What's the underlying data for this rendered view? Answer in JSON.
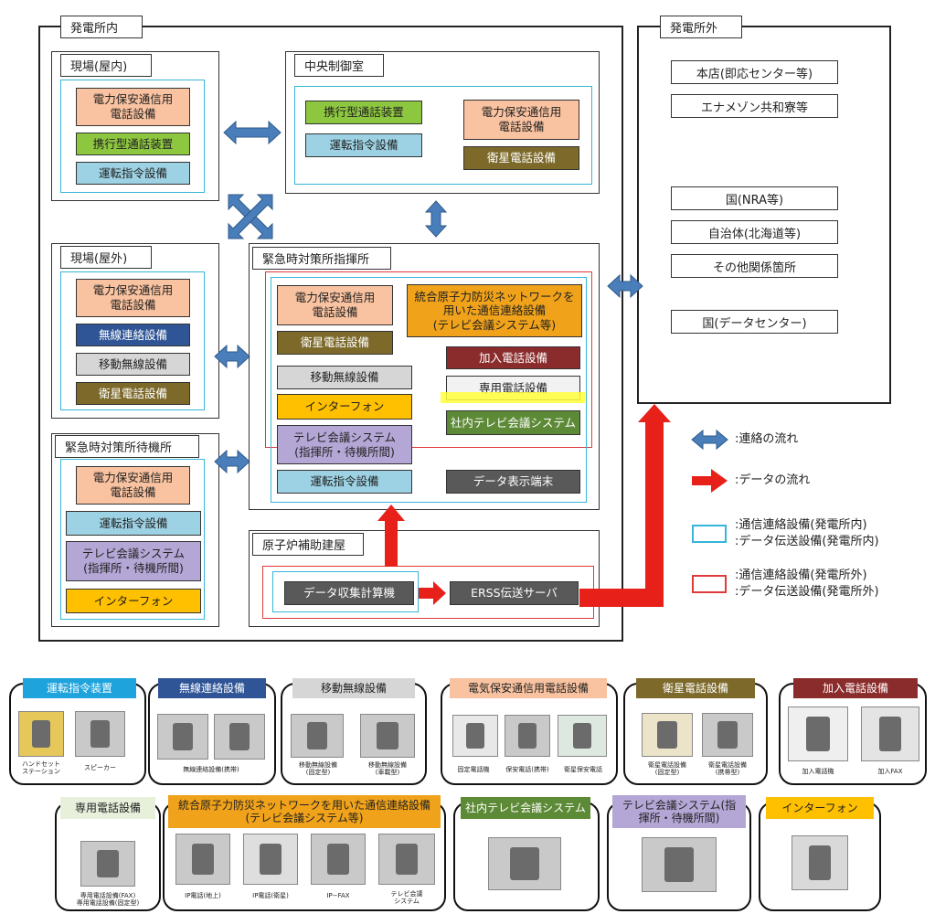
{
  "plant_inside": {
    "title": "発電所内"
  },
  "plant_outside": {
    "title": "発電所外",
    "items": [
      "本店(即応センター等)",
      "エナメゾン共和寮等",
      "国(NRA等)",
      "自治体(北海道等)",
      "その他関係箇所",
      "国(データセンター)"
    ]
  },
  "field_indoor": {
    "title": "現場(屋内)",
    "items": [
      "電力保安通信用\n電話設備",
      "携行型通話装置",
      "運転指令設備"
    ]
  },
  "control_room": {
    "title": "中央制御室",
    "items": [
      "携行型通話装置",
      "運転指令設備",
      "電力保安通信用\n電話設備",
      "衛星電話設備"
    ]
  },
  "field_outdoor": {
    "title": "現場(屋外)",
    "items": [
      "電力保安通信用\n電話設備",
      "無線連絡設備",
      "移動無線設備",
      "衛星電話設備"
    ]
  },
  "command_post": {
    "title": "緊急時対策所指揮所",
    "items": [
      "電力保安通信用\n電話設備",
      "衛星電話設備",
      "統合原子力防災ネットワークを\n用いた通信連絡設備\n(テレビ会議システム等)",
      "加入電話設備",
      "移動無線設備",
      "専用電話設備",
      "インターフォン",
      "社内テレビ会議システム",
      "テレビ会議システム\n(指揮所・待機所間)",
      "運転指令設備",
      "データ表示端末"
    ]
  },
  "standby": {
    "title": "緊急時対策所待機所",
    "items": [
      "電力保安通信用\n電話設備",
      "運転指令設備",
      "テレビ会議システム\n(指揮所・待機所間)",
      "インターフォン"
    ]
  },
  "reactor_aux": {
    "title": "原子炉補助建屋",
    "items": [
      "データ収集計算機",
      "ERSS伝送サーバ"
    ]
  },
  "legend": {
    "comm_flow": ":連絡の流れ",
    "data_flow": ":データの流れ",
    "cyan_box": ":通信連絡設備(発電所内)\n:データ伝送設備(発電所内)",
    "red_box": ":通信連絡設備(発電所外)\n:データ伝送設備(発電所外)"
  },
  "photo_cards": [
    {
      "title": "運転指令装置",
      "color": "#1ea3dc",
      "captions": [
        "ハンドセット\nステーション",
        "スピーカー"
      ]
    },
    {
      "title": "無線連絡設備",
      "color": "#2f5597",
      "captions": [
        "無線連絡設備(携帯)"
      ]
    },
    {
      "title": "移動無線設備",
      "color": "#d6d6d6",
      "captions": [
        "移動無線設備\n(固定型)",
        "移動無線設備\n(車載型)"
      ]
    },
    {
      "title": "電気保安通信用電話設備",
      "color": "#f9c2a0",
      "captions": [
        "固定電話機",
        "保安電話(携帯)",
        "衛星保安電話"
      ]
    },
    {
      "title": "衛星電話設備",
      "color": "#7d6a2b",
      "captions": [
        "衛星電話設備\n(固定型)",
        "衛星電話設備\n(携帯型)"
      ]
    },
    {
      "title": "加入電話設備",
      "color": "#8b2c2c",
      "captions": [
        "加入電話機",
        "加入FAX"
      ]
    },
    {
      "title": "専用電話設備",
      "color": "#e8f0dc",
      "captions": [
        "専用電話設備(FAX)\n専用電話設備(固定型)"
      ]
    },
    {
      "title": "統合原子力防災ネットワークを用いた通信連絡設備\n(テレビ会議システム等)",
      "color": "#f0a21a",
      "captions": [
        "IP電話(地上)",
        "IP電話(衛星)",
        "IP−FAX",
        "テレビ会議\nシステム"
      ]
    },
    {
      "title": "社内テレビ会議システム",
      "color": "#5d8a36",
      "captions": []
    },
    {
      "title": "テレビ会議システム(指\n揮所・待機所間)",
      "color": "#b4a7d6",
      "captions": []
    },
    {
      "title": "インターフォン",
      "color": "#ffc000",
      "captions": []
    }
  ]
}
